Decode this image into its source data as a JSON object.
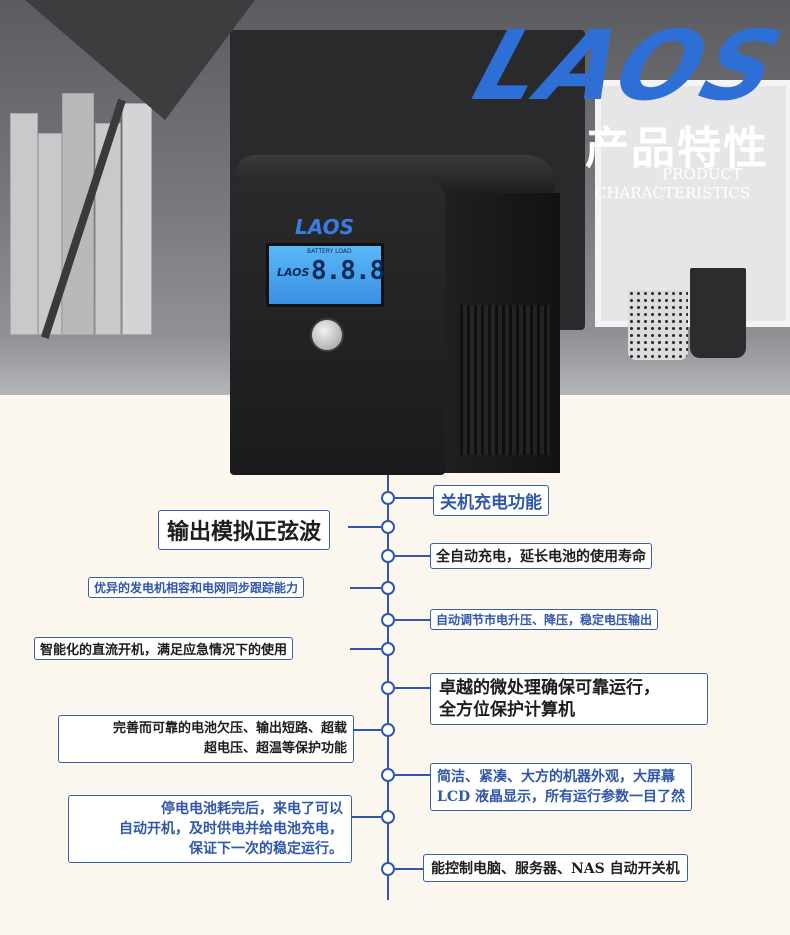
{
  "brand": {
    "logo": "LAOS",
    "device_logo": "LAOS",
    "lcd_logo": "LAOS"
  },
  "title": {
    "cn": "产品特性",
    "en_line1": "PRODUCT",
    "en_line2": "CHARACTERISTICS"
  },
  "lcd": {
    "digits": "8.8.8",
    "top_text": "BATTERY LOAD"
  },
  "features": {
    "f1": "关机充电功能",
    "f2": "输出模拟正弦波",
    "f3": "全自动充电，延长电池的使用寿命",
    "f4": "优异的发电机相容和电网同步跟踪能力",
    "f5": "自动调节市电升压、降压，稳定电压输出",
    "f6": "智能化的直流开机，满足应急情况下的使用",
    "f7_line1": "卓越的微处理确保可靠运行，",
    "f7_line2": "全方位保护计算机",
    "f8_line1": "完善而可靠的电池欠压、输出短路、超载",
    "f8_line2": "超电压、超温等保护功能",
    "f9_line1": "简洁、紧凑、大方的机器外观，大屏幕",
    "f9_line2": "LCD 液晶显示，所有运行参数一目了然",
    "f10_line1": "停电电池耗完后，来电了可以",
    "f10_line2": "自动开机，及时供电并给电池充电，",
    "f10_line3": "保证下一次的稳定运行。",
    "f11": "能控制电脑、服务器、NAS 自动开关机"
  },
  "colors": {
    "accent": "#2e6fd6",
    "line": "#2f58a8",
    "text_blue": "#3157a8"
  }
}
